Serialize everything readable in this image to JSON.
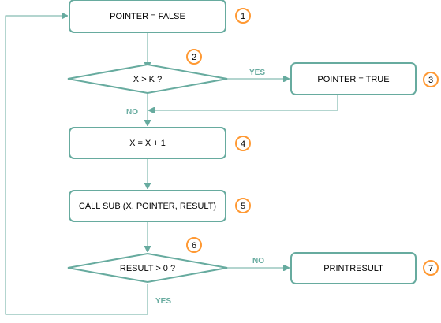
{
  "colors": {
    "stroke": "#67AB9F",
    "badge": "#FF9933",
    "label": "#67AB9F"
  },
  "nodes": {
    "step1": {
      "text": "POINTER = FALSE",
      "badge": "1"
    },
    "step2": {
      "text": "X > K ?",
      "badge": "2"
    },
    "step3": {
      "text": "POINTER = TRUE",
      "badge": "3"
    },
    "step4": {
      "text": "X = X + 1",
      "badge": "4"
    },
    "step5": {
      "text": "CALL SUB (X, POINTER, RESULT)",
      "badge": "5"
    },
    "step6": {
      "text": "RESULT >   0 ?",
      "badge": "6"
    },
    "step7": {
      "text": "PRINTRESULT",
      "badge": "7"
    }
  },
  "edges": {
    "yes_top": "YES",
    "no_top": "NO",
    "no_bottom": "NO",
    "yes_bottom": "YES"
  }
}
